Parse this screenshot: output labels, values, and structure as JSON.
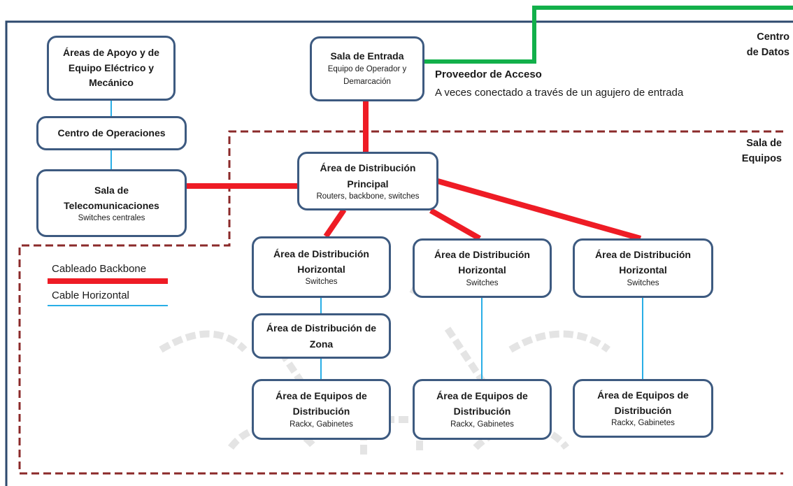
{
  "colors": {
    "frame": "#2e4a6e",
    "box_border": "#3d5a80",
    "backbone": "#ee1c25",
    "horizontal": "#29aee6",
    "isp_line": "#12b04a",
    "equipment_room": "#8b2a2a"
  },
  "labels": {
    "data_center": [
      "Centro",
      "de Datos"
    ],
    "equipment_room": [
      "Sala de",
      "Equipos"
    ],
    "provider_title": "Proveedor de Acceso",
    "provider_note": "A veces conectado a través de un agujero de entrada"
  },
  "legend": {
    "backbone": "Cableado Backbone",
    "horizontal": "Cable Horizontal"
  },
  "boxes": {
    "support": {
      "title": "Áreas de Apoyo y de Equipo Eléctrico y Mecánico",
      "sub": ""
    },
    "operations": {
      "title": "Centro de Operaciones",
      "sub": ""
    },
    "telecom": {
      "title": "Sala de Telecomunicaciones",
      "sub": "Switches centrales"
    },
    "entrance": {
      "title": "Sala de Entrada",
      "sub": "Equipo de Operador y Demarcación"
    },
    "mda": {
      "title": "Área de Distribución Principal",
      "sub": "Routers, backbone, switches"
    },
    "hda1": {
      "title": "Área de Distribución Horizontal",
      "sub": "Switches"
    },
    "hda2": {
      "title": "Área de Distribución Horizontal",
      "sub": "Switches"
    },
    "hda3": {
      "title": "Área de Distribución Horizontal",
      "sub": "Switches"
    },
    "zda": {
      "title": "Área de Distribución de Zona",
      "sub": ""
    },
    "eda1": {
      "title": "Área de Equipos de Distribución",
      "sub": "Rackx, Gabinetes"
    },
    "eda2": {
      "title": "Área de Equipos de Distribución",
      "sub": "Rackx, Gabinetes"
    },
    "eda3": {
      "title": "Área de Equipos de Distribución",
      "sub": "Rackx, Gabinetes"
    }
  }
}
